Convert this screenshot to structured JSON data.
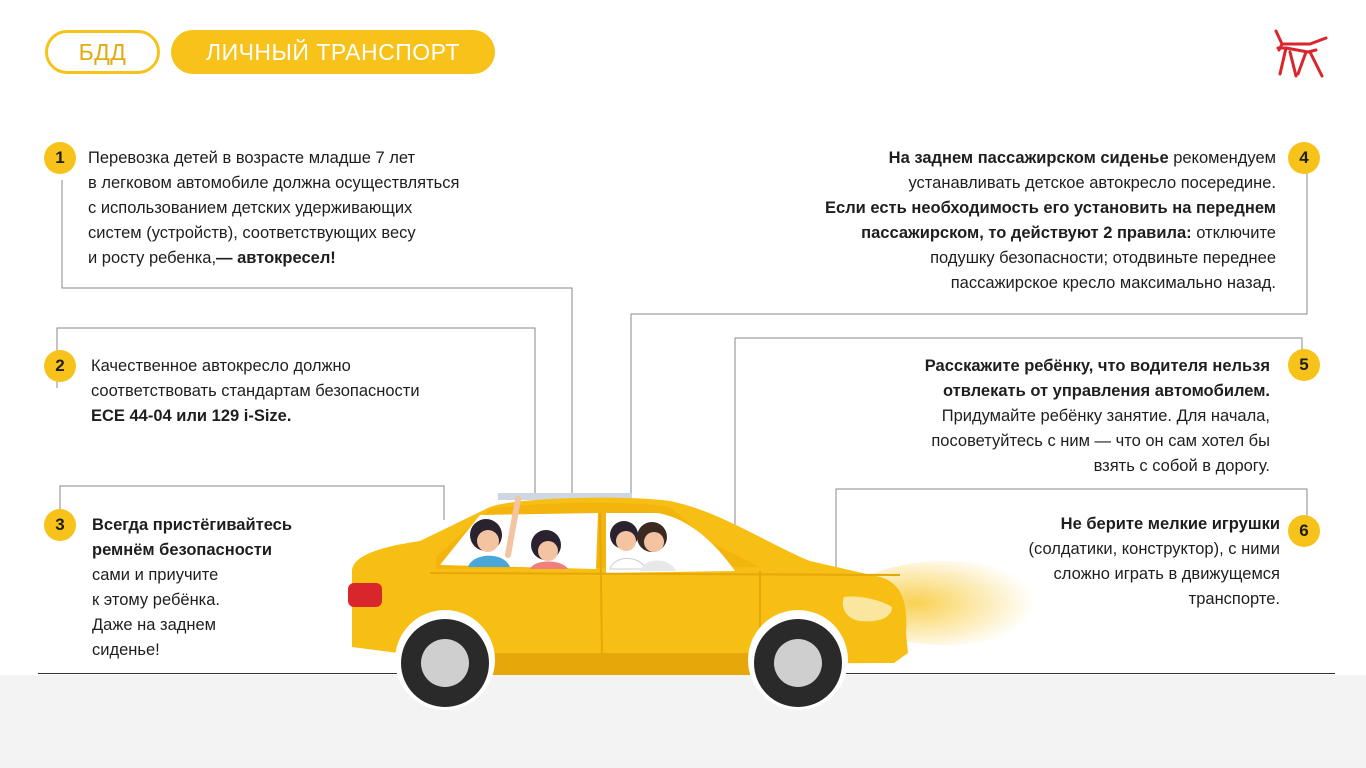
{
  "header": {
    "badge": "БДД",
    "section": "ЛИЧНЫЙ ТРАНСПОРТ"
  },
  "items": [
    {
      "num": "1",
      "text": "Перевозка детей в возрасте младше 7 лет\nв  легковом  автомобиле должна осуществляться\nс использованием детских удерживающих\nсистем (устройств), соответствующих весу\nи росту ребенка,",
      "bold": "— автокресел!"
    },
    {
      "num": "2",
      "text": "Качественное автокресло должно\nсоответствовать стандартам безопасности\n",
      "bold": "ECE 44-04 или 129 i-Size."
    },
    {
      "num": "3",
      "bold": "Всегда пристёгивайтесь\nремнём безопасности",
      "text": "\nсами и приучите\nк этому ребёнка.\nДаже на заднем\nсиденье!"
    },
    {
      "num": "4",
      "bold1": "На заднем пассажирском сиденье",
      "text1": " рекомендуем\nустанавливать детское автокресло посередине.\n",
      "bold2": "Если есть необходимость его установить на переднем\nпассажирском, то действуют 2 правила:",
      "text2": " отключите\nподушку безопасности; отодвиньте переднее\nпассажирское кресло максимально назад."
    },
    {
      "num": "5",
      "bold": "Расскажите ребёнку, что водителя нельзя\nотвлекать от управления автомобилем.",
      "text": "\nПридумайте ребёнку занятие. Для начала,\nпосоветуйтесь с ним — что он сам хотел бы\nвзять с собой в дорогу."
    },
    {
      "num": "6",
      "bold": "Не берите мелкие игрушки",
      "text": "\n(солдатики, конструктор), с ними\nсложно играть в движущемся\nтранспорте."
    }
  ],
  "colors": {
    "accent": "#f7c21a",
    "logo": "#d9262c"
  },
  "icons": {
    "logo": "horse-logo-icon",
    "illustration": "family-car-illustration"
  }
}
